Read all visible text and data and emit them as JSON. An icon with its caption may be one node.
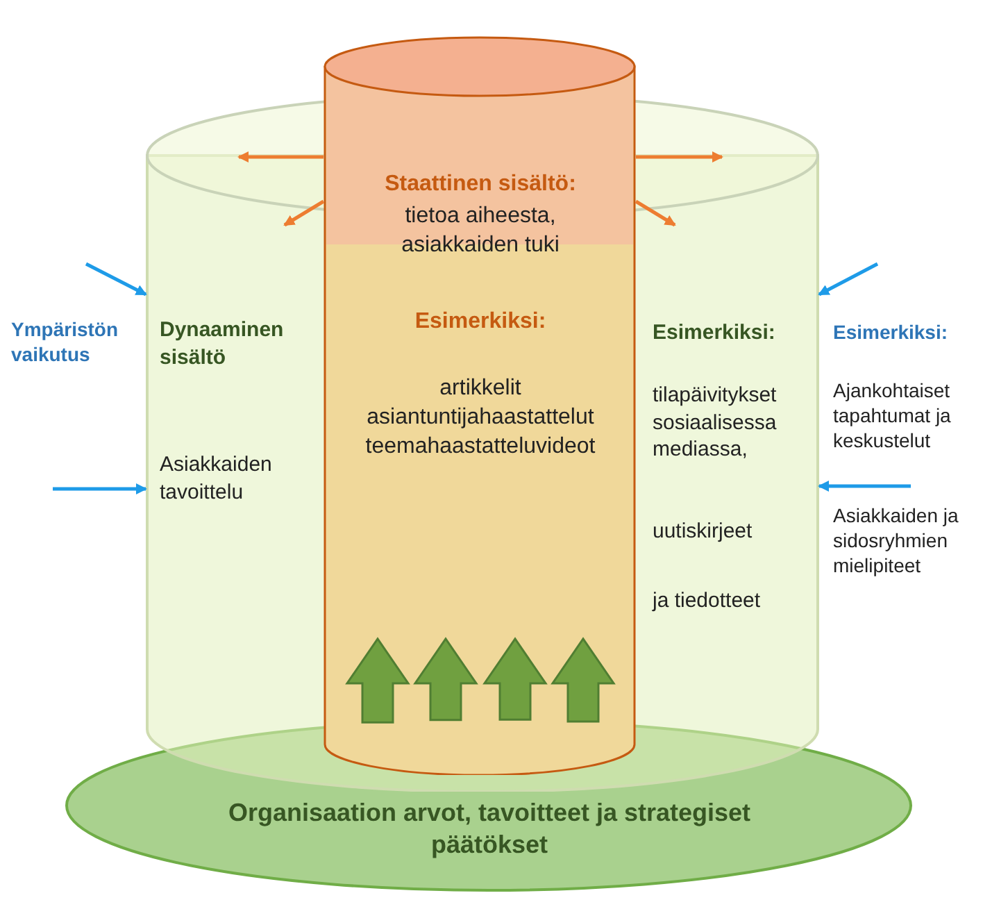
{
  "diagram": {
    "nodes": [
      {
        "text": [
          "Dynaaminen sisältö",
          "Asiakkaiden tavoittelu",
          "Esimerkiksi:",
          "tilapäivitykset sosiaalisessa mediassa,",
          "uutiskirjeet",
          "ja tiedotteet"
        ]
      },
      {
        "text": [
          "Staattinen sisältö:",
          "tietoa aiheesta, asiakkaiden tuki",
          "Esimerkiksi:",
          "artikkelit asiantuntijahaastattelut teemahaastatteluvideot"
        ],
        "in": 0
      },
      {
        "text": [
          "Organisaation arvot, tavoitteet ja strategiset päätökset"
        ]
      }
    ],
    "edges": [
      {
        "from": null,
        "to": 0,
        "arrow": "to",
        "color": "#1e9be8"
      },
      {
        "from": null,
        "to": 0,
        "arrow": "to",
        "color": "#1e9be8"
      },
      {
        "from": null,
        "to": 0,
        "arrow": "to",
        "color": "#1e9be8"
      },
      {
        "from": null,
        "to": 0,
        "arrow": "to",
        "color": "#1e9be8"
      },
      {
        "from": 1,
        "to": null,
        "arrow": "to",
        "color": "#ed7d31"
      },
      {
        "from": 1,
        "to": null,
        "arrow": "to",
        "color": "#ed7d31"
      },
      {
        "from": 1,
        "to": null,
        "arrow": "to",
        "color": "#ed7d31"
      },
      {
        "from": 1,
        "to": null,
        "arrow": "to",
        "color": "#ed7d31"
      },
      {
        "from": 2,
        "to": 1,
        "arrow": "to",
        "style": "thick",
        "color": "#70a040"
      },
      {
        "from": 2,
        "to": 1,
        "arrow": "to",
        "style": "thick",
        "color": "#70a040"
      },
      {
        "from": 2,
        "to": 1,
        "arrow": "to",
        "style": "thick",
        "color": "#70a040"
      },
      {
        "from": 2,
        "to": 1,
        "arrow": "to",
        "style": "thick",
        "color": "#70a040"
      }
    ],
    "labels": [
      "Ympäristön vaikutus",
      "Esimerkiksi:",
      "Ajankohtaiset tapahtumat ja keskustelut",
      "Asiakkaiden ja sidosryhmien mielipiteet"
    ]
  }
}
